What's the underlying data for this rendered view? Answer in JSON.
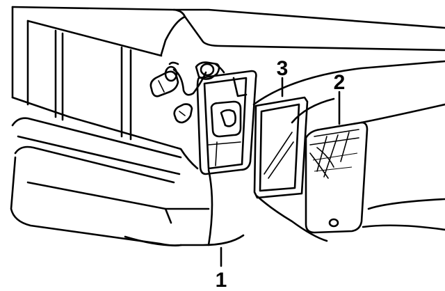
{
  "callouts": [
    {
      "label": "3"
    },
    {
      "label": "2"
    },
    {
      "label": "1"
    }
  ]
}
